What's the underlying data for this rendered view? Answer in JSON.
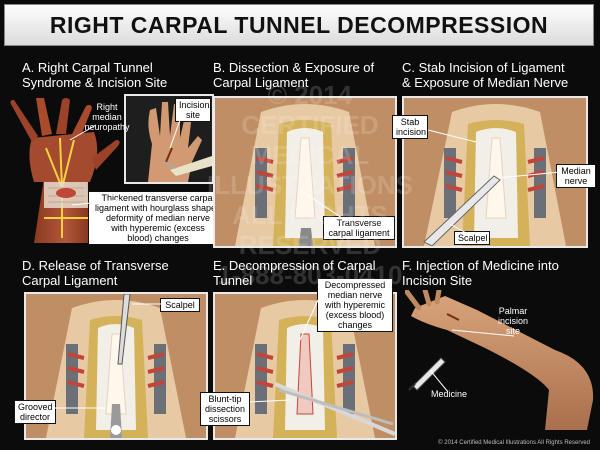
{
  "title": "RIGHT CARPAL TUNNEL DECOMPRESSION",
  "panels": {
    "a": {
      "title": "A. Right Carpal Tunnel\nSyndrome & Incision Site",
      "right_median_neuropathy": "Right\nmedian\nneuropathy",
      "incision_site": "Incision\nsite",
      "thickened_ligament": "Thickened transverse carpal\nligament with hourglass shaped\ndeformity of median nerve\nwith hyperemic (excess\nblood) changes"
    },
    "b": {
      "title": "B. Dissection & Exposure of\nCarpal Ligament",
      "transverse_carpal_ligament": "Transverse\ncarpal ligament"
    },
    "c": {
      "title": "C. Stab Incision of Ligament\n& Exposure of Median Nerve",
      "stab_incision": "Stab\nincision",
      "median_nerve": "Median\nnerve",
      "scalpel": "Scalpel"
    },
    "d": {
      "title": "D. Release of Transverse\nCarpal Ligament",
      "scalpel": "Scalpel",
      "grooved_director": "Grooved\ndirector"
    },
    "e": {
      "title": "E. Decompression of Carpal\nTunnel",
      "decompressed_nerve": "Decompressed\nmedian nerve\nwith hyperemic\n(excess blood)\nchanges",
      "blunt_tip_scissors": "Blunt-tip\ndissection\nscissors"
    },
    "f": {
      "title": "F. Injection of Medicine into\nIncision Site",
      "palmar_incision_site": "Palmar\nincision\nsite",
      "medicine": "Medicine"
    }
  },
  "watermark": "© 2014\nCERTIFIED\nMEDICAL\nILLUSTRATIONS\nALL RIGHTS\nRESERVED\n1-888-803-0410",
  "copyright": "© 2014 Certified Medical Illustrations All Rights Reserved",
  "colors": {
    "background": "#0b0b0b",
    "skin": "#c9946a",
    "ligament": "#f2efe8",
    "tissue": "#d4b25a",
    "frame_border": "#e9e9e9"
  }
}
